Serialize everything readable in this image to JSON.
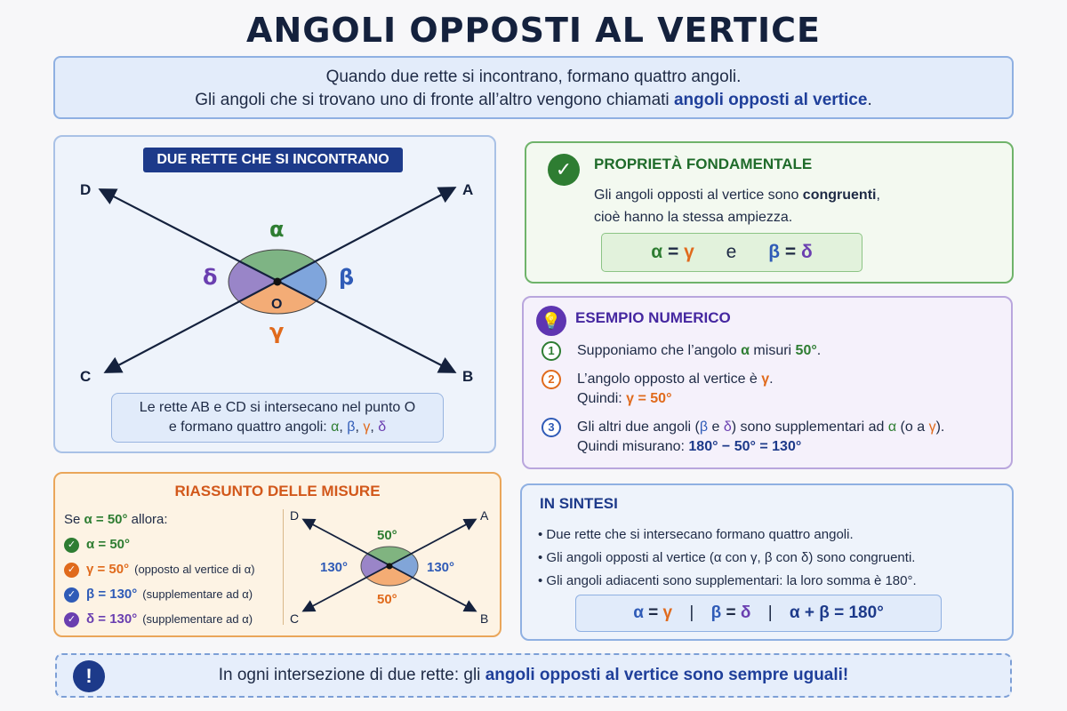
{
  "title": "ANGOLI OPPOSTI AL VERTICE",
  "intro": {
    "line1": "Quando due rette si incontrano, formano quattro angoli.",
    "line2_pre": "Gli angoli che si trovano uno di fronte all’altro vengono chiamati ",
    "line2_hl": "angoli opposti al vertice",
    "line2_post": "."
  },
  "diagram": {
    "title": "DUE RETTE CHE SI INCONTRANO",
    "points": {
      "A": "A",
      "B": "B",
      "C": "C",
      "D": "D",
      "O": "O"
    },
    "angles": {
      "alpha": "α",
      "beta": "β",
      "gamma": "γ",
      "delta": "δ"
    },
    "caption_line1": "Le rette AB e CD si intersecano nel punto O",
    "caption_line2_pre": "e formano quattro angoli: ",
    "caption_alpha": "α",
    "caption_beta": "β",
    "caption_gamma": "γ",
    "caption_delta": "δ",
    "caption_sep": ", "
  },
  "property": {
    "title": "PROPRIETÀ FONDAMENTALE",
    "text_pre": "Gli angoli opposti al vertice sono ",
    "text_bold": "congruenti",
    "text_post": ",",
    "line2": "cioè hanno la stessa ampiezza.",
    "eq_left_a": "α",
    "eq_left_op": " = ",
    "eq_left_b": "γ",
    "eq_mid": "e",
    "eq_right_a": "β",
    "eq_right_op": " = ",
    "eq_right_b": "δ"
  },
  "example": {
    "title": "ESEMPIO NUMERICO",
    "steps": [
      {
        "num": "1",
        "pre": "Supponiamo che l’angolo ",
        "sym": "α",
        "mid": " misuri ",
        "val": "50°",
        "post": "."
      },
      {
        "num": "2",
        "pre": "L’angolo opposto al vertice è ",
        "sym": "γ",
        "post": ".",
        "line2_pre": "Quindi: ",
        "line2_val": "γ = 50°"
      },
      {
        "num": "3",
        "pre": "Gli altri due angoli (",
        "sym1": "β",
        "and": " e ",
        "sym2": "δ",
        "mid": ") sono supplementari ad ",
        "sym3": "α",
        "or": " (o a ",
        "sym4": "γ",
        "post": ").",
        "line2_pre": "Quindi misurano:  ",
        "line2_val": "180° − 50° = 130°"
      }
    ]
  },
  "summary": {
    "title": "RIASSUNTO DELLE MISURE",
    "cond_pre": "Se ",
    "cond_val": "α = 50°",
    "cond_post": " allora:",
    "items": [
      {
        "val": "α = 50°",
        "note": ""
      },
      {
        "val": "γ = 50°",
        "note": "(opposto al vertice di α)"
      },
      {
        "val": "β = 130°",
        "note": "(supplementare ad α)"
      },
      {
        "val": "δ = 130°",
        "note": "(supplementare ad α)"
      }
    ],
    "diagram": {
      "top": "50°",
      "bottom": "50°",
      "left": "130°",
      "right": "130°",
      "A": "A",
      "B": "B",
      "C": "C",
      "D": "D"
    }
  },
  "synthesis": {
    "title": "IN SINTESI",
    "items": [
      "Due rette che si intersecano formano quattro angoli.",
      "Gli angoli opposti al vertice (α con γ, β con δ) sono congruenti.",
      "Gli angoli adiacenti sono supplementari: la loro somma è 180°."
    ],
    "eq1_a": "α",
    "eq1_op": " = ",
    "eq1_b": "γ",
    "sep": "|",
    "eq2_a": "β",
    "eq2_op": " = ",
    "eq2_b": "δ",
    "eq3": "α + β = 180°"
  },
  "footer": {
    "pre": "In ogni intersezione di due rette: gli ",
    "hl": "angoli opposti al vertice sono sempre uguali!"
  },
  "colors": {
    "alpha": "#2e7d32",
    "beta": "#2f5bb7",
    "gamma": "#e06a1c",
    "delta": "#6a3fb0",
    "navy": "#1d3a8a"
  },
  "icons": {
    "check": "check-icon",
    "bulb": "lightbulb-icon",
    "exclamation": "exclamation-icon"
  }
}
